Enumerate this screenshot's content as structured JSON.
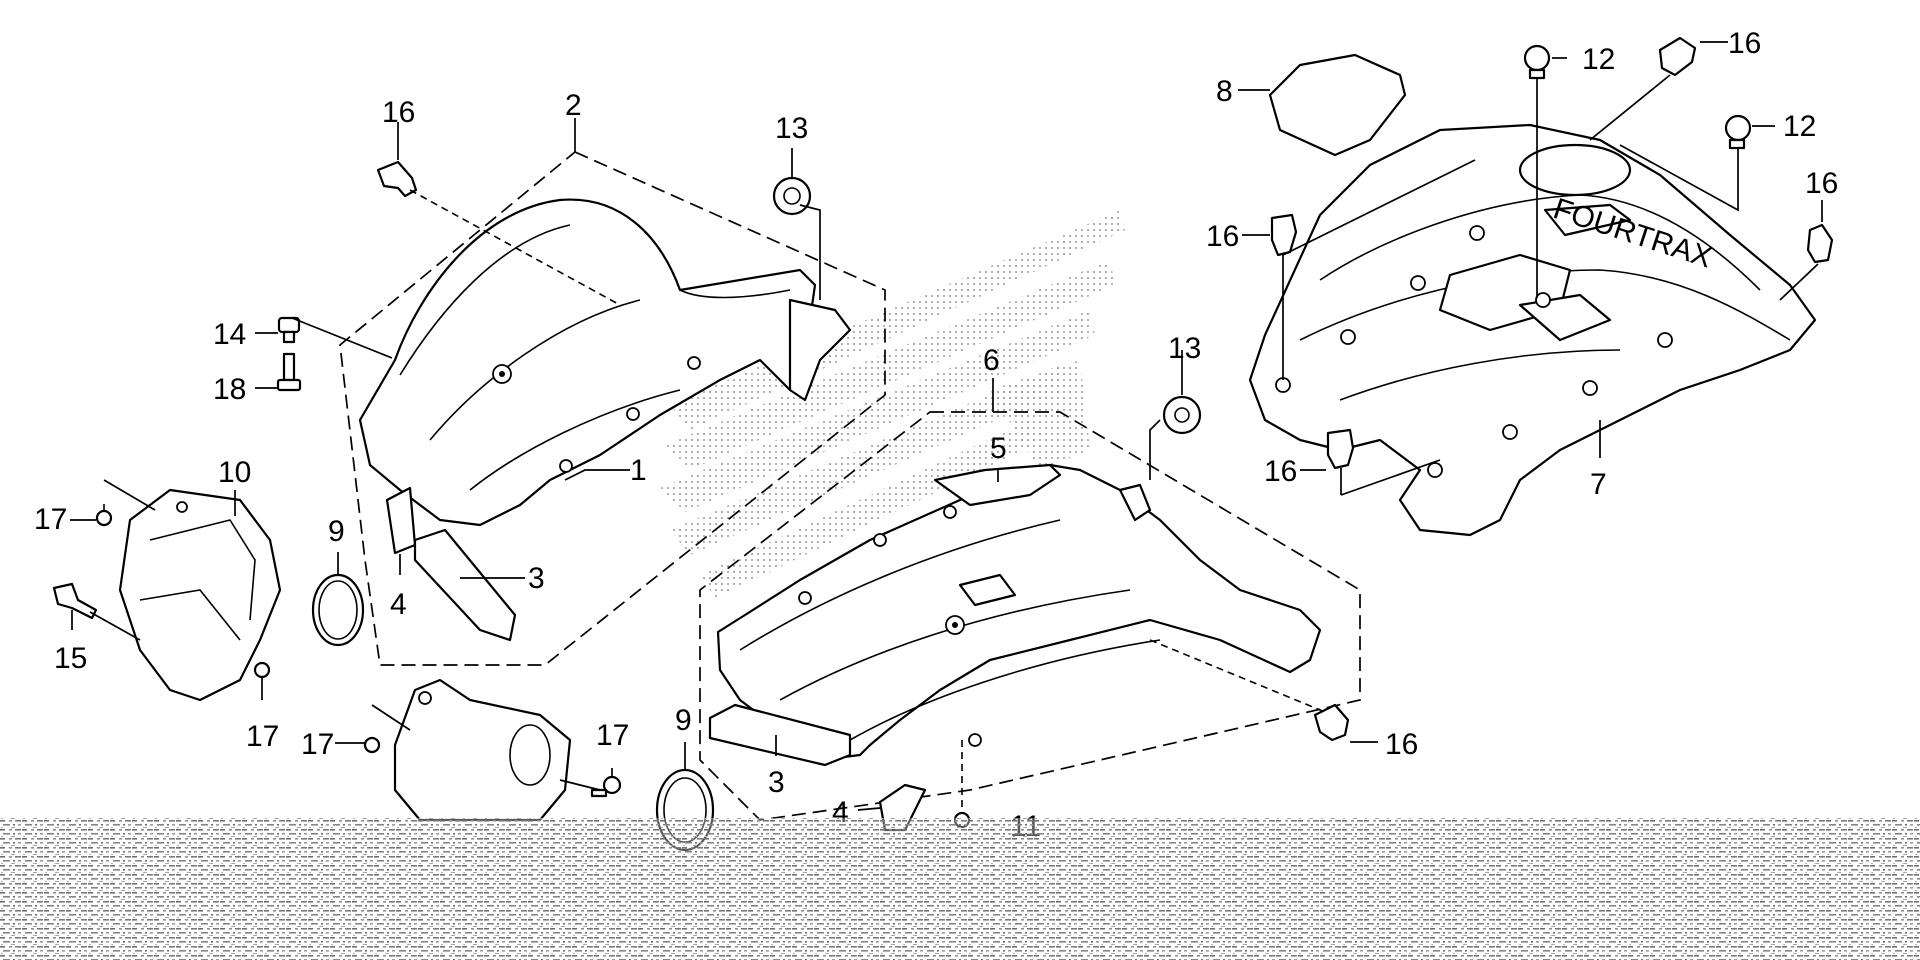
{
  "callouts": [
    {
      "id": "c16a",
      "text": "16"
    },
    {
      "id": "c2",
      "text": "2"
    },
    {
      "id": "c13a",
      "text": "13"
    },
    {
      "id": "c14",
      "text": "14"
    },
    {
      "id": "c18",
      "text": "18"
    },
    {
      "id": "c1",
      "text": "1"
    },
    {
      "id": "c10",
      "text": "10"
    },
    {
      "id": "c17a",
      "text": "17"
    },
    {
      "id": "c9a",
      "text": "9"
    },
    {
      "id": "c4a",
      "text": "4"
    },
    {
      "id": "c3a",
      "text": "3"
    },
    {
      "id": "c15",
      "text": "15"
    },
    {
      "id": "c17b",
      "text": "17"
    },
    {
      "id": "c17c",
      "text": "17"
    },
    {
      "id": "c17d",
      "text": "17"
    },
    {
      "id": "c9b",
      "text": "9"
    },
    {
      "id": "c6",
      "text": "6"
    },
    {
      "id": "c5",
      "text": "5"
    },
    {
      "id": "c13b",
      "text": "13"
    },
    {
      "id": "c3b",
      "text": "3"
    },
    {
      "id": "c4b",
      "text": "4"
    },
    {
      "id": "c11",
      "text": "11"
    },
    {
      "id": "c16b",
      "text": "16"
    },
    {
      "id": "c8",
      "text": "8"
    },
    {
      "id": "c12a",
      "text": "12"
    },
    {
      "id": "c16c",
      "text": "16"
    },
    {
      "id": "c12b",
      "text": "12"
    },
    {
      "id": "c16d",
      "text": "16"
    },
    {
      "id": "c16e",
      "text": "16"
    },
    {
      "id": "c16f",
      "text": "16"
    },
    {
      "id": "c7",
      "text": "7"
    }
  ],
  "brand_emblem_text": "FOURTRAX"
}
